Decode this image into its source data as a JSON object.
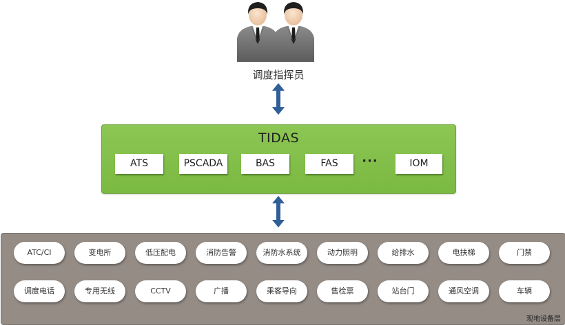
{
  "dispatcher": {
    "icon": "dispatcher-people-icon",
    "label": "调度指挥员"
  },
  "tidas": {
    "title": "TIDAS",
    "color": "#7ab942",
    "subsystems": [
      "ATS",
      "PSCADA",
      "BAS",
      "FAS",
      "IOM"
    ],
    "ellipsis": "···"
  },
  "field_layer": {
    "label": "现地设备层",
    "color": "#958c86",
    "row1": [
      "ATC/CI",
      "变电所",
      "低压配电",
      "消防告警",
      "消防水系统",
      "动力照明",
      "给排水",
      "电扶梯",
      "门禁"
    ],
    "row2": [
      "调度电话",
      "专用无线",
      "CCTV",
      "广播",
      "乘客导向",
      "售检票",
      "站台门",
      "通风空调",
      "车辆"
    ]
  },
  "arrow_color": "#2f5f96"
}
